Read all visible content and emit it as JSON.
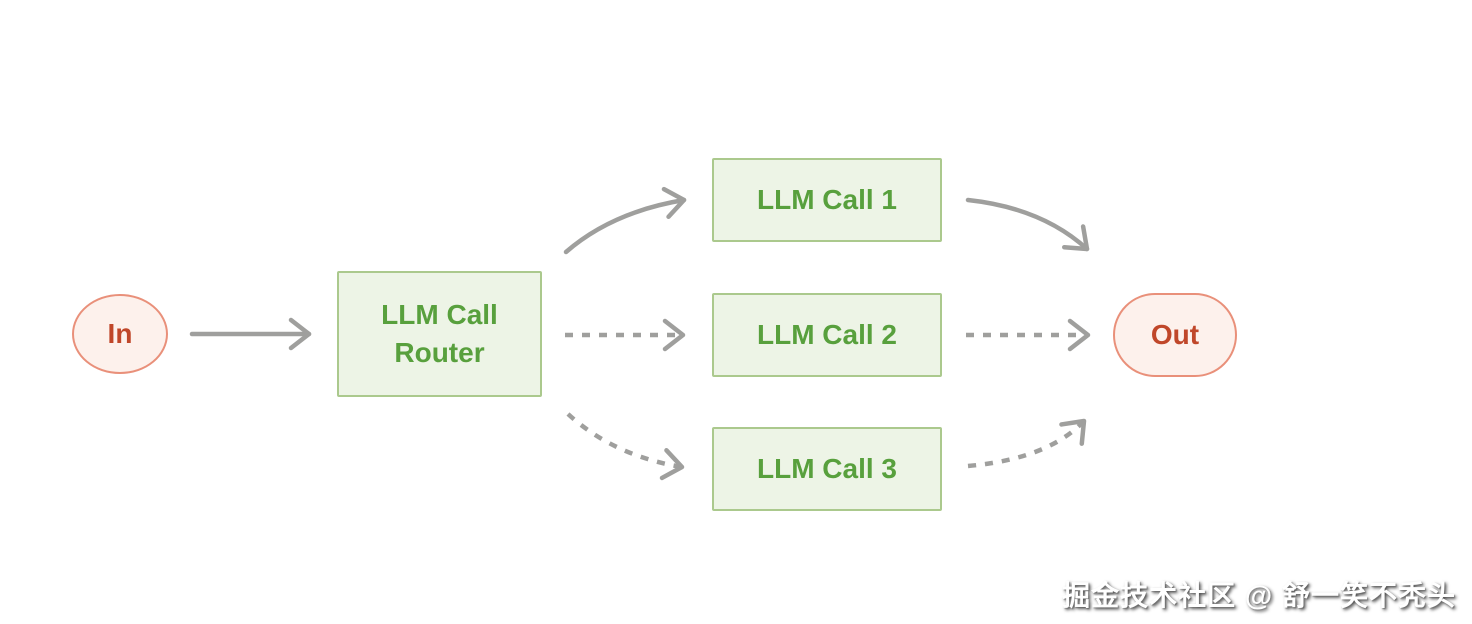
{
  "diagram": {
    "type": "flowchart",
    "description": "LLM call routing workflow: input routed by an LLM Call Router to one of three parallel LLM calls, converging to output",
    "nodes": {
      "input": {
        "label": "In",
        "shape": "ellipse",
        "color_scheme": "pink"
      },
      "router": {
        "label": "LLM Call Router",
        "shape": "rectangle",
        "color_scheme": "green"
      },
      "call1": {
        "label": "LLM Call 1",
        "shape": "rectangle",
        "color_scheme": "green"
      },
      "call2": {
        "label": "LLM Call 2",
        "shape": "rectangle",
        "color_scheme": "green"
      },
      "call3": {
        "label": "LLM Call 3",
        "shape": "rectangle",
        "color_scheme": "green"
      },
      "output": {
        "label": "Out",
        "shape": "pill",
        "color_scheme": "pink"
      }
    },
    "edges": [
      {
        "from": "In",
        "to": "LLM Call Router",
        "style": "solid",
        "path": "straight"
      },
      {
        "from": "LLM Call Router",
        "to": "LLM Call 1",
        "style": "solid",
        "path": "curved-up"
      },
      {
        "from": "LLM Call Router",
        "to": "LLM Call 2",
        "style": "dashed",
        "path": "straight"
      },
      {
        "from": "LLM Call Router",
        "to": "LLM Call 3",
        "style": "dashed",
        "path": "curved-down"
      },
      {
        "from": "LLM Call 1",
        "to": "Out",
        "style": "solid",
        "path": "curved-down"
      },
      {
        "from": "LLM Call 2",
        "to": "Out",
        "style": "dashed",
        "path": "straight"
      },
      {
        "from": "LLM Call 3",
        "to": "Out",
        "style": "dashed",
        "path": "curved-up"
      }
    ],
    "colors": {
      "green_text": "#58a03d",
      "green_border": "#abc98d",
      "green_fill": "#edf4e6",
      "red_text": "#c0472a",
      "red_border": "#e9907a",
      "red_fill": "#fdf1ec",
      "arrow_gray": "#9f9f9d",
      "background": "#ffffff"
    }
  },
  "watermark": {
    "text": "掘金技术社区 @ 舒一笑不秃头"
  }
}
